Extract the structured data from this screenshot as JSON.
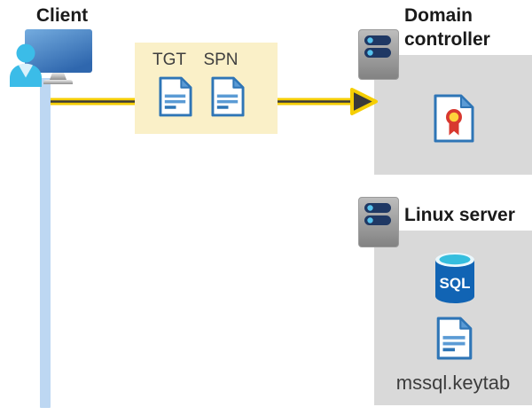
{
  "client": {
    "label": "Client"
  },
  "auth_request": {
    "tgt_label": "TGT",
    "spn_label": "SPN"
  },
  "domain_controller": {
    "label": "Domain controller"
  },
  "linux_server": {
    "label": "Linux server",
    "database_label": "SQL",
    "keytab_label": "mssql.keytab"
  },
  "icons": {
    "client_workstation_icon": "person-at-monitor",
    "server_icon": "server-tower-with-status-lights",
    "document_icon": "document-file-with-folded-corner",
    "certificate_icon": "document-with-ribbon-seal",
    "sql_database_icon": "sql-database-cylinder",
    "arrow_icon": "right-arrow-yellow-black"
  },
  "colors": {
    "panel_bg": "#d9d9d9",
    "ticket_box_bg": "#faf0c8",
    "arrow_yellow": "#f5ce02",
    "arrow_core": "#3a3a3a",
    "client_line_blue": "#bdd7f2",
    "doc_border_blue": "#2e75b6",
    "doc_fold_blue": "#5b9bd5",
    "monitor_blue_top": "#70aadf",
    "monitor_blue_bottom": "#2f67ae",
    "person_cyan": "#3bbce8",
    "server_slot_navy": "#1f3864",
    "server_dot_cyan": "#56c3ee",
    "sql_body_blue": "#1164b4",
    "sql_top_cyan": "#35bede",
    "cert_red": "#d8382f",
    "cert_gold": "#ffd23b",
    "heading_text": "#1a1a1a",
    "secondary_text": "#3f3f3f"
  }
}
